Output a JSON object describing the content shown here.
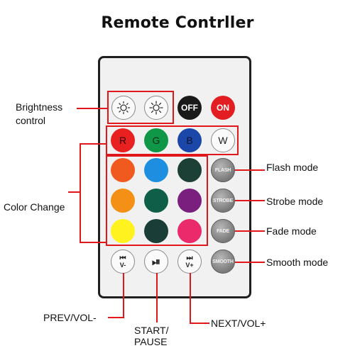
{
  "title": "Remote Contrller",
  "buttons": {
    "off": "OFF",
    "on": "ON",
    "r": "R",
    "g": "G",
    "b": "B",
    "w": "W",
    "flash": "FLASH",
    "strobe": "STROBE",
    "fade": "FADE",
    "smooth": "SMOOTH",
    "prev_glyph": "⏮",
    "prev_sub": "V-",
    "play_glyph": "⏯",
    "next_glyph": "⏭",
    "next_sub": "V+"
  },
  "color_grid": [
    "#f15a1f",
    "#1e8fe0",
    "#1c3f36",
    "#f39015",
    "#0e5e48",
    "#7a1f7e",
    "#fff21e",
    "#1b3d37",
    "#ea2a6a"
  ],
  "callouts": {
    "brightness": "Brightness\ncontrol",
    "color_change": "Color Change",
    "flash": "Flash mode",
    "strobe": "Strobe mode",
    "fade": "Fade mode",
    "smooth": "Smooth mode",
    "prev": "PREV/VOL-",
    "start": "START/\nPAUSE",
    "next": "NEXT/VOL+"
  },
  "colors": {
    "callout_line": "#e0171b",
    "off_button": "#1a1a1a",
    "on_button": "#e21e22",
    "r_button": "#e8201f",
    "g_button": "#0f9747",
    "b_button": "#1b47a8"
  }
}
